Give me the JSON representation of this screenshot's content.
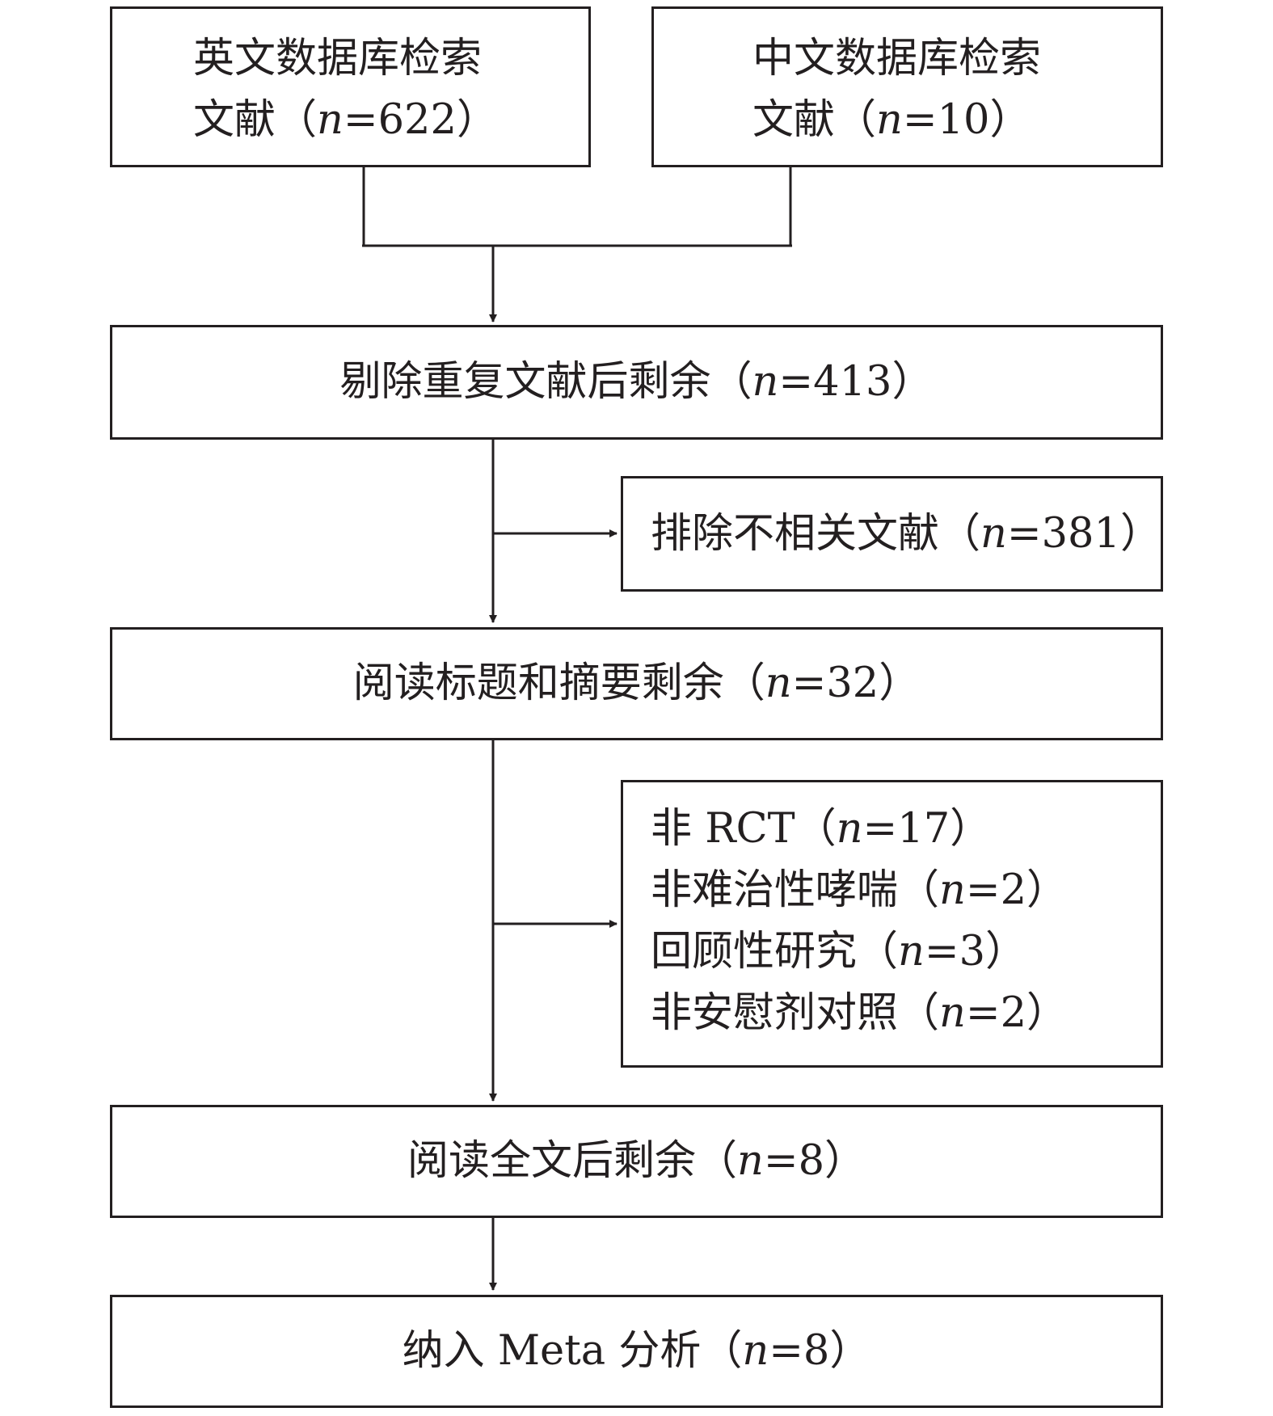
{
  "boxes": {
    "english_search": {
      "line1": "英文数据库检索",
      "pre": "文献（",
      "n": "n",
      "post": "=622）"
    },
    "chinese_search": {
      "line1": "中文数据库检索",
      "pre": "文献（",
      "n": "n",
      "post": "=10）"
    },
    "after_dedup": {
      "pre": "剔除重复文献后剩余（",
      "n": "n",
      "post": "=413）"
    },
    "excluded_irrelevant": {
      "pre": "排除不相关文献（",
      "n": "n",
      "post": "=381）"
    },
    "after_abstract": {
      "pre": "阅读标题和摘要剩余（",
      "n": "n",
      "post": "=32）"
    },
    "exclusions": [
      {
        "pre": "非 RCT（",
        "n": "n",
        "post": "=17）"
      },
      {
        "pre": "非难治性哮喘（",
        "n": "n",
        "post": "=2）"
      },
      {
        "pre": "回顾性研究（",
        "n": "n",
        "post": "=3）"
      },
      {
        "pre": "非安慰剂对照（",
        "n": "n",
        "post": "=2）"
      }
    ],
    "after_fulltext": {
      "pre": "阅读全文后剩余（",
      "n": "n",
      "post": "=8）"
    },
    "included": {
      "pre": "纳入 Meta 分析（",
      "n": "n",
      "post": "=8）"
    }
  },
  "colors": {
    "line": "#231f20",
    "background": "#ffffff"
  }
}
